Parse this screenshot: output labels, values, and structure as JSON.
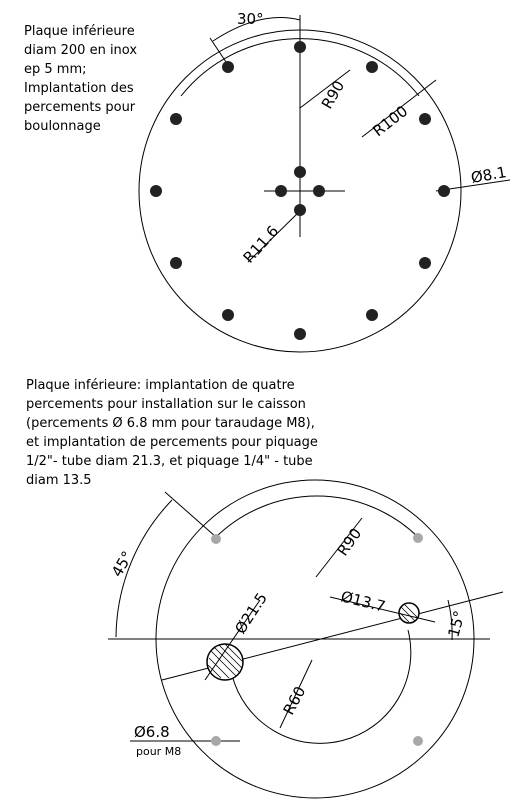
{
  "note_top": "Plaque inférieure\ndiam 200 en inox\nep 5 mm;\nImplantation des\npercements pour\n boulonnage",
  "note_bottom": "Plaque inférieure: implantation de quatre\npercements pour installation sur le caisson\n(percements Ø 6.8 mm pour taraudage M8),\net implantation de percements pour piquage\n1/2\"- tube diam 21.3, et piquage 1/4\" - tube\ndiam 13.5",
  "top_dims": {
    "angle": "30°",
    "r90": "R90",
    "r100": "R100",
    "d81": "Ø8.1",
    "r116": "R11.6"
  },
  "bottom_dims": {
    "angle45": "45°",
    "r90": "R90",
    "d137": "Ø13.7",
    "angle15": "15°",
    "d215": "Ø21.5",
    "r60": "R60",
    "d68": "Ø6.8",
    "pour_m8": "pour M8"
  },
  "colors": {
    "line": "#000000",
    "hole_dark": "#222222",
    "hole_grey": "#a8a8a8"
  }
}
